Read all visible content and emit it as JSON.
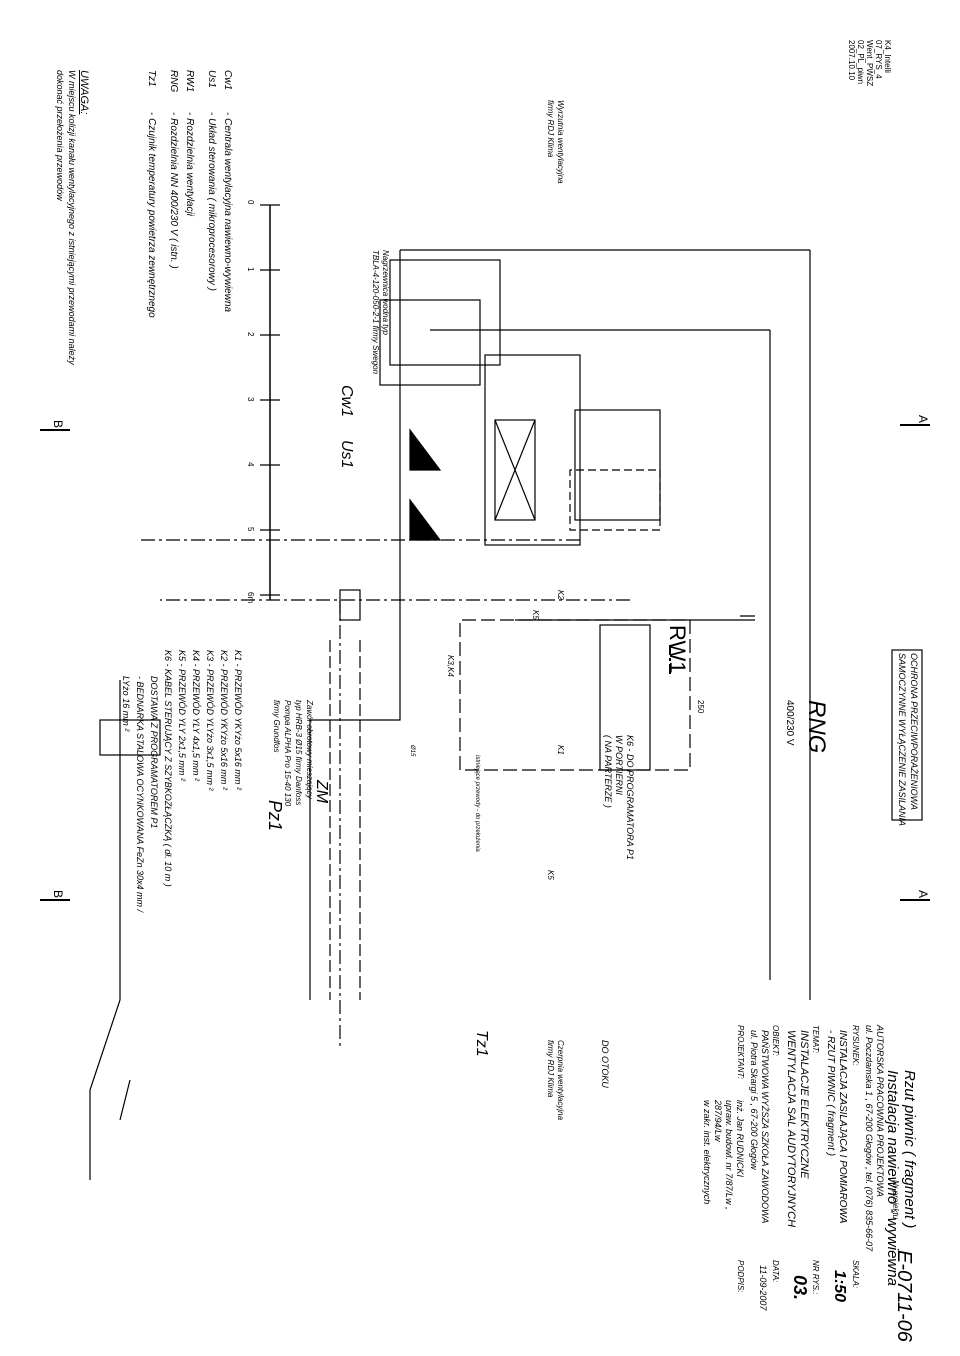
{
  "file_meta": [
    "K4_Intelli",
    "07_RYS_4",
    "Went_PWSZ",
    "02_PL_piwn",
    "2007.10.10"
  ],
  "sheet_title": [
    "Rzut piwnic ( fragment )",
    "Instalacja nawiewno - wywiewna"
  ],
  "labels": {
    "rw1": "RW1",
    "rng": "RNG",
    "rng_voltage": "400/230 V",
    "k6_note": [
      "K6 - DO PROGRAMATORA P1",
      "W PORTIERNI",
      "( NA PARTERZE )"
    ],
    "do_otoku": "DO OTOKU",
    "czerpnia": [
      "Czerpnia wentylacyjna",
      "firmy RDJ Klima"
    ],
    "wyrzutnia": [
      "Wyrzutnia wentylacyjna",
      "firmy RDJ Klima"
    ],
    "nagrzewnica": [
      "Nagrzewnica wodna typ",
      "TBLA-4-120-050-2-1 firmy Swegon"
    ],
    "cw1": "Cw1",
    "us1": "Us1",
    "tz1": "Tz1",
    "zm": "ZM",
    "pz1": "Pz1",
    "zawor": [
      "Zawór obrotowy mieszający",
      "typ HRB-3 Ø15 firmy Danfoss",
      "Pompa ALPHA Pro 15-40 130",
      "firmy Grundfos"
    ],
    "istniejace": "istniejące przewody - do przełożenia",
    "dim_250": "250",
    "section_a": "A",
    "section_b": "B",
    "k1": "K1",
    "k2": "K2",
    "k5": "K5",
    "k34": "K3,K4",
    "phi15": "Ø15"
  },
  "scale": [
    "0",
    "1",
    "2",
    "3",
    "4",
    "5",
    "6m"
  ],
  "legend_left": [
    {
      "code": "Cw1",
      "desc": "- Centrala wentylacyjna nawiewno-wywiewna"
    },
    {
      "code": "Us1",
      "desc": "- Układ sterowania ( mikroprocesorowy )"
    },
    {
      "code": "RW1",
      "desc": "- Rozdzielnia wentylacji"
    },
    {
      "code": "RNG",
      "desc": "- Rozdzielnia NN 400/230 V ( istn. )"
    },
    {
      "code": "Tz1",
      "desc": "- Czujnik temperatury powietrza zewnętrznego"
    }
  ],
  "uwaga": {
    "title": "UWAGA:",
    "text": [
      "W miejscu kolizji kanału wentylacyjnego z istniejącymi przewodami należy",
      "dokonać przełożenia przewodów"
    ]
  },
  "cables": [
    "K1 - PRZEWÓD YKYżo 5x16 mm ²",
    "K2 - PRZEWÓD YKYżo 5x16 mm ²",
    "K3 - PRZEWÓD YLYżo 3x1,5 mm ²",
    "K4 - PRZEWÓD YLY 4x1,5 mm ²",
    "K5 - PRZEWÓD YLY 2x1,5 mm ²",
    "K6 - KABEL STERUJĄCY Z SZYBKOZŁĄCZKĄ ( dł. 10 m )",
    "DOSTAWA Z PROGRAMATOREM P1",
    "- BEDNARKA STALOWA OCYNKOWANA FeZn 30x4 mm /",
    "LYżo 16 mm ²"
  ],
  "protection": [
    "OCHRONA PRZECIWPORAŻENIOWA",
    "SAMOCZYNNE WYŁĄCZENIE ZASILANIA"
  ],
  "title_block": {
    "nr_projektu_label": "Nr projektu",
    "nr_projektu": "E-0711-06",
    "company": [
      "AUTORSKA PRACOWNIA PROJEKTOWA",
      "ul. Poczdamska 1 , 67-200 Głogów , tel. (076) 835-66-07"
    ],
    "rysunek_label": "RYSUNEK:",
    "rysunek": [
      "INSTALACJA ZASILAJĄCA I POMIAROWA",
      "- RZUT PIWNIC ( fragment )"
    ],
    "skala_label": "SKALA:",
    "skala": "1:50",
    "temat_label": "TEMAT:",
    "temat": [
      "INSTALACJE ELEKTRYCZNE",
      "WENTYLACJA SAL AUDYTORYJNYCH"
    ],
    "nr_rys_label": "NR RYS.:",
    "nr_rys": "03.",
    "obiekt_label": "OBIEKT:",
    "obiekt": [
      "PAŃSTWOWA WYŻSZA SZKOŁA ZAWODOWA",
      "ul. Piotra Skargi 5 , 67-200 Głogów"
    ],
    "data_label": "DATA:",
    "data": "11-09-2007",
    "projektant_label": "PROJEKTANT:",
    "projektant": [
      "inż. Jan RUDNICKI",
      "upraw. budowl. nr 7/87/Lw ,",
      "287/94/Lw",
      "w zakr. inst. elektrycznych"
    ],
    "podpis_label": "PODPIS:"
  }
}
